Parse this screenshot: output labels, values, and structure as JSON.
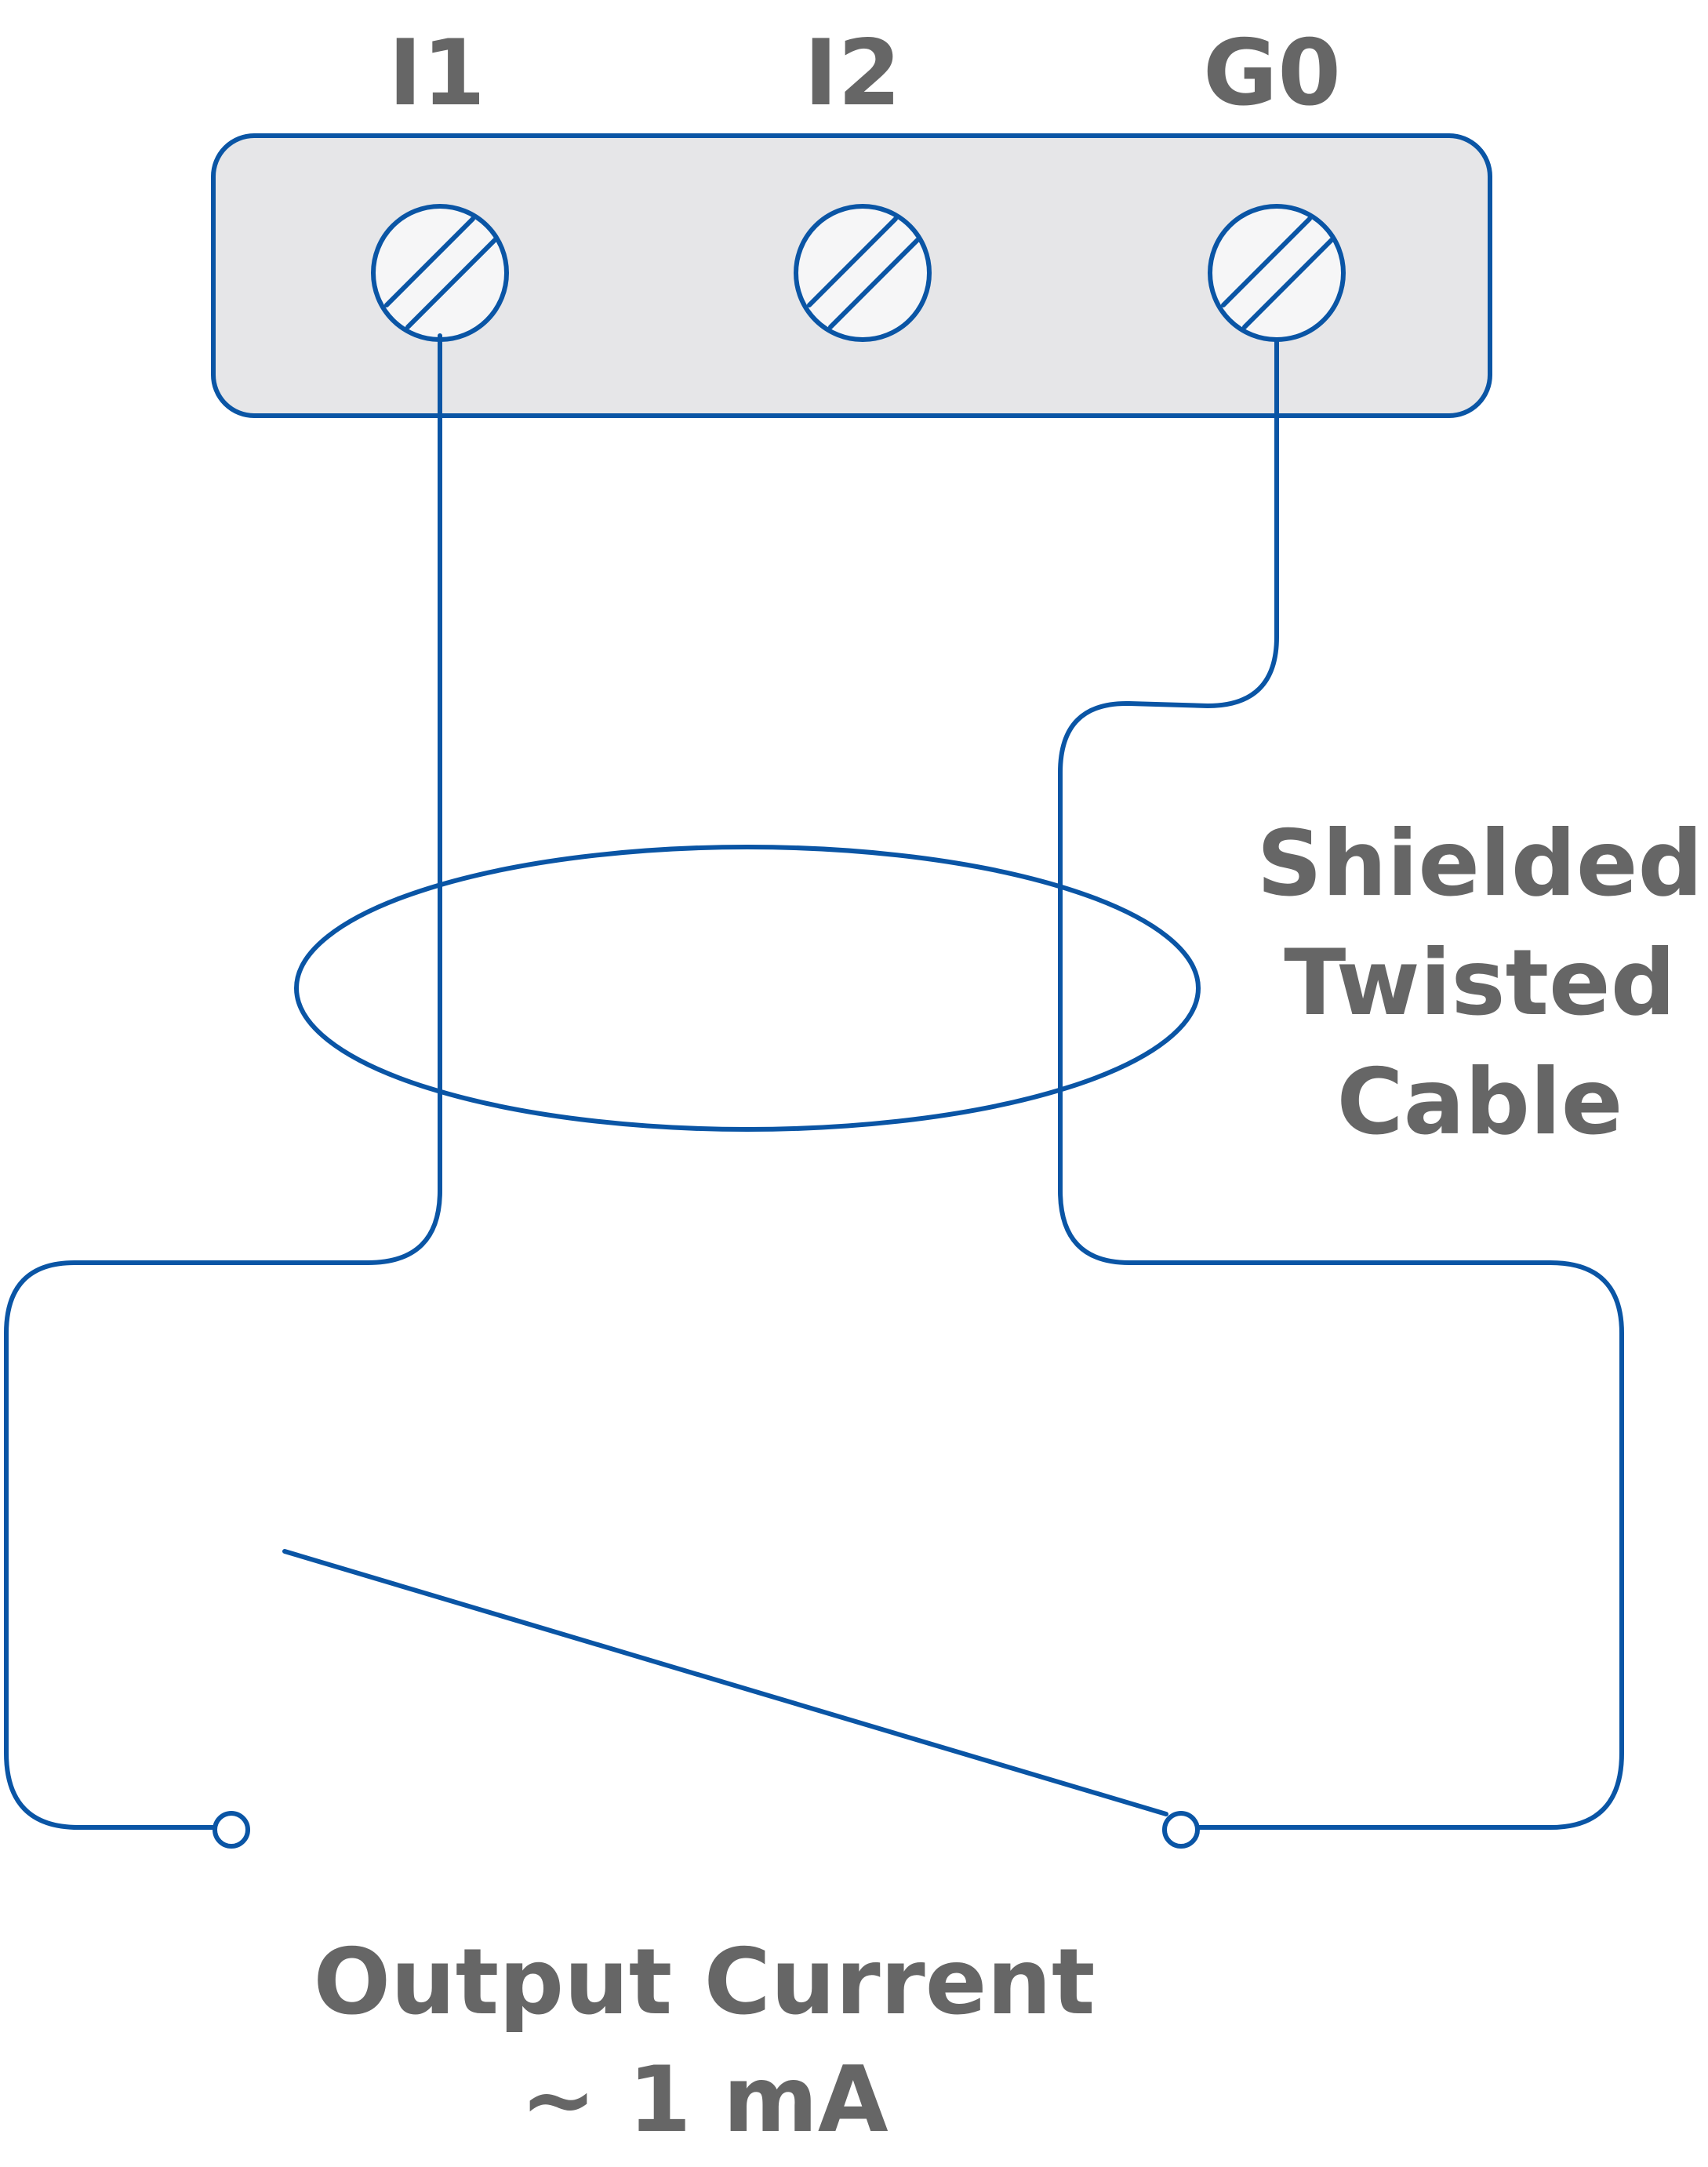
{
  "colors": {
    "wire": "#0a55a5",
    "block_fill": "#e6e6e8",
    "screw_fill": "#f6f6f7",
    "text": "#666666",
    "contact_fill": "#ffffff"
  },
  "terminals": [
    {
      "label": "I1"
    },
    {
      "label": "I2"
    },
    {
      "label": "G0"
    }
  ],
  "cable_label": {
    "line1": "Shielded",
    "line2": "Twisted",
    "line3": "Cable"
  },
  "output_label": {
    "line1": "Output Current",
    "line2": "~ 1 mA"
  }
}
